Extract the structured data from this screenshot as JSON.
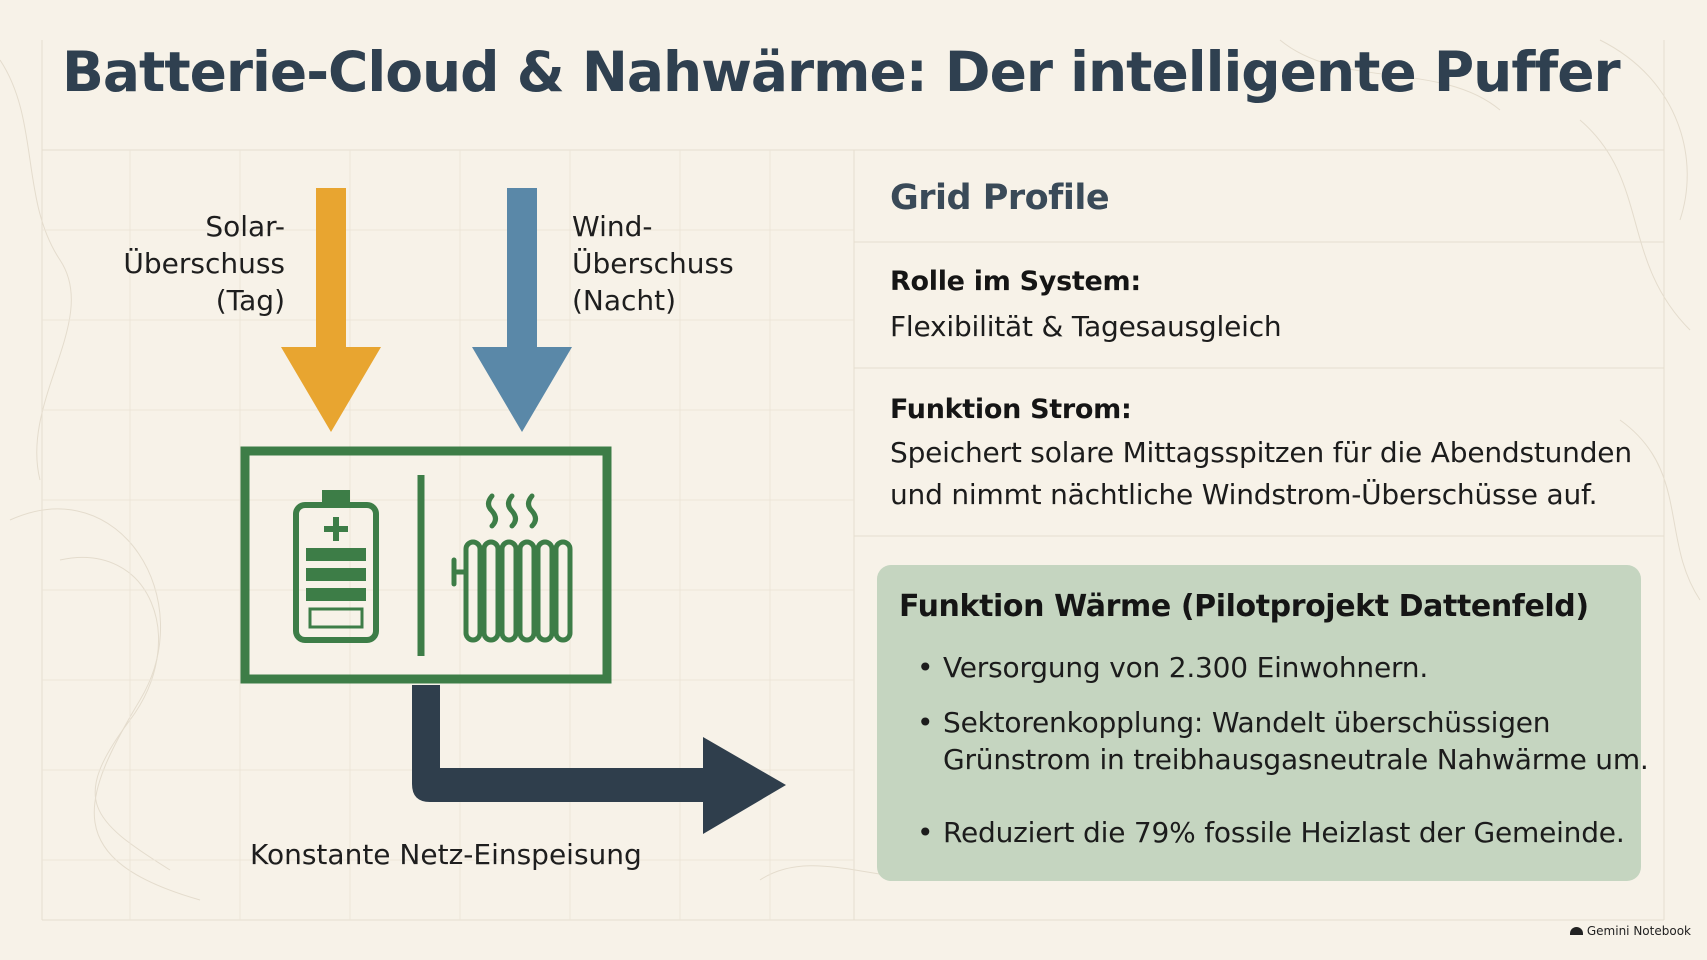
{
  "header": {
    "title": "Batterie-Cloud & Nahwärme: Der intelligente Puffer"
  },
  "diagram": {
    "solar_label": [
      "Solar-",
      "Überschuss",
      "(Tag)"
    ],
    "wind_label": [
      "Wind-",
      "Überschuss",
      "(Nacht)"
    ],
    "output_label": "Konstante Netz-Einspeisung",
    "icons": [
      "battery-icon",
      "radiator-icon"
    ]
  },
  "panel": {
    "title": "Grid Profile",
    "role": {
      "heading": "Rolle im System:",
      "text": "Flexibilität & Tagesausgleich"
    },
    "power": {
      "heading": "Funktion Strom:",
      "text": [
        "Speichert solare Mittagsspitzen für die Abendstunden",
        "und nimmt nächtliche Windstrom-Überschüsse auf."
      ]
    },
    "heat": {
      "heading": "Funktion Wärme (Pilotprojekt Dattenfeld)",
      "bullets": [
        [
          "Versorgung von 2.300 Einwohnern."
        ],
        [
          "Sektorenkopplung: Wandelt überschüssigen",
          "Grünstrom in treibhausgasneutrale Nahwärme um."
        ],
        [
          "Reduziert die 79% fossile Heizlast der Gemeinde."
        ]
      ]
    }
  },
  "footer": {
    "brand": "Gemini Notebook"
  },
  "colors": {
    "title": "#2f4050",
    "solar": "#e8a530",
    "wind": "#5a88a8",
    "green": "#3d7d47",
    "output": "#2f3e4c",
    "heat_box": "#c5d5c0",
    "background": "#f7f2e8"
  }
}
